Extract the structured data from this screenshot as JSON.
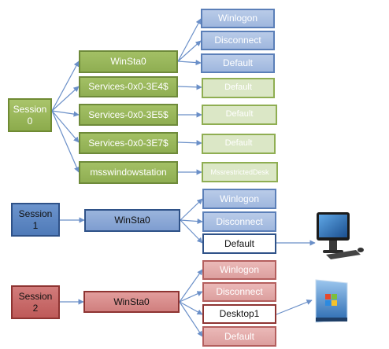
{
  "session0": {
    "label": "Session\n0",
    "winsta": "WinSta0",
    "winsta_desktops": [
      "Winlogon",
      "Disconnect",
      "Default"
    ],
    "services": [
      {
        "name": "Services-0x0-3E4$",
        "desktop": "Default"
      },
      {
        "name": "Services-0x0-3E5$",
        "desktop": "Default"
      },
      {
        "name": "Services-0x0-3E7$",
        "desktop": "Default"
      }
    ],
    "mss": {
      "name": "msswindowstation",
      "desktop": "MssrestrictedDesk"
    }
  },
  "session1": {
    "label": "Session\n1",
    "winsta": "WinSta0",
    "desktops": [
      "Winlogon",
      "Disconnect",
      "Default"
    ]
  },
  "session2": {
    "label": "Session\n2",
    "winsta": "WinSta0",
    "desktops": [
      "Winlogon",
      "Disconnect",
      "Desktop1",
      "Default"
    ]
  },
  "icons": [
    "computer-monitor-icon",
    "windows-desktop-icon"
  ],
  "colors": {
    "green": "#8fae52",
    "blue": "#4f7ab8",
    "red": "#be5a59",
    "arrow": "#6a8fc8"
  }
}
